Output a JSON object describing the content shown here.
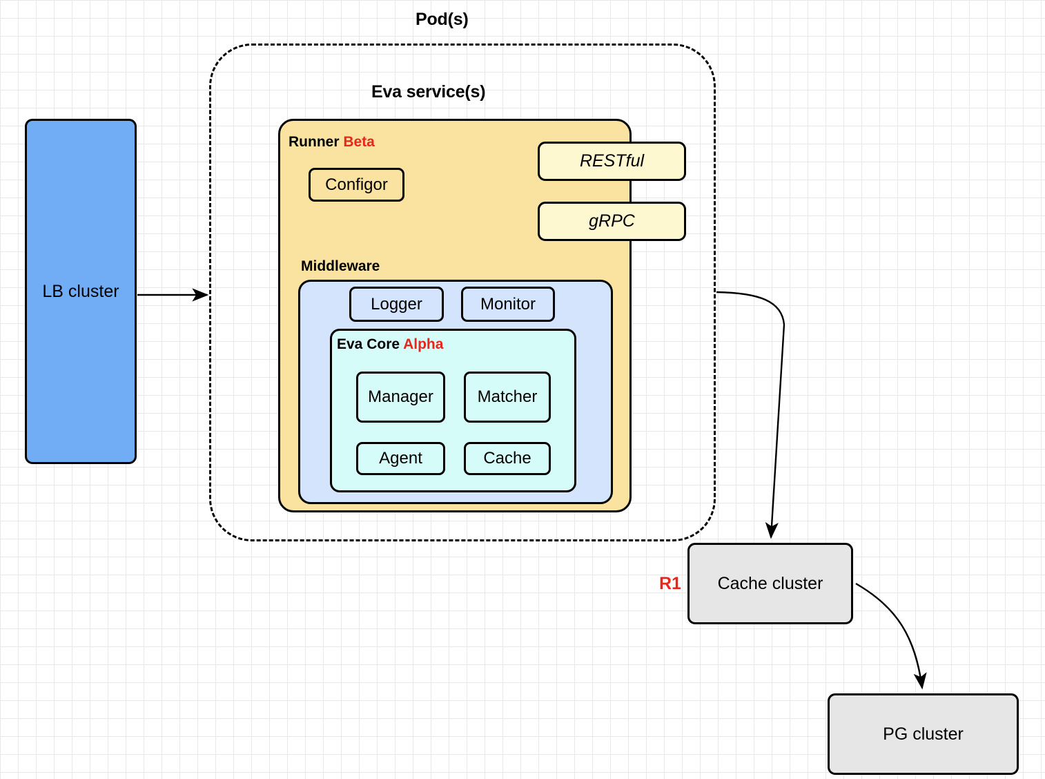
{
  "diagram": {
    "title_pod": "Pod(s)",
    "title_service": "Eva service(s)",
    "accent_color": "#e8261c",
    "groups": {
      "runner": {
        "label": "Runner",
        "tag": "Beta"
      },
      "middleware": {
        "label": "Middleware"
      },
      "eva_core": {
        "label": "Eva Core",
        "tag": "Alpha"
      }
    },
    "nodes": {
      "lb_cluster": "LB cluster",
      "configor": "Configor",
      "restful": "RESTful",
      "grpc": "gRPC",
      "logger": "Logger",
      "monitor": "Monitor",
      "manager": "Manager",
      "matcher": "Matcher",
      "agent": "Agent",
      "cache": "Cache",
      "cache_cluster": "Cache cluster",
      "pg_cluster": "PG cluster"
    },
    "edge_labels": {
      "r1": "R1"
    },
    "colors": {
      "lb_fill": "#70adf5",
      "runner_fill": "#fae3a0",
      "middleware_fill": "#d4e4fc",
      "eva_core_fill": "#d6fcf9",
      "api_fill": "#fdf8cf",
      "cluster_fill": "#e6e6e6",
      "stroke": "#000000"
    }
  }
}
